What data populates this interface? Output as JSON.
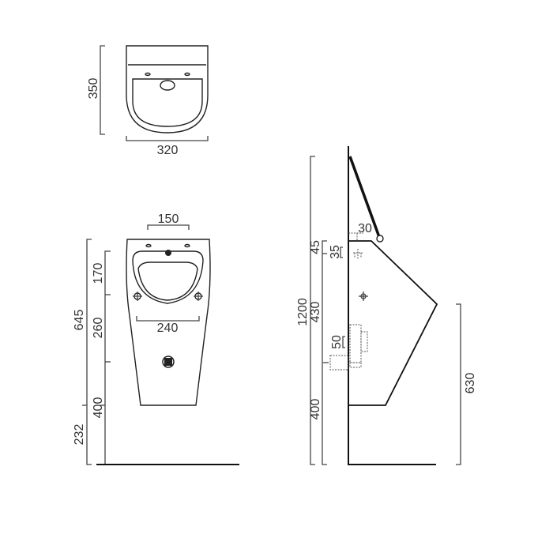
{
  "top_view": {
    "depth": "350",
    "width": "320"
  },
  "front_view": {
    "fixing_spacing": "150",
    "basin_width": "240",
    "total_height": "645",
    "dim_top": "170",
    "dim_middle": "260",
    "dim_lower": "400",
    "floor_gap": "232"
  },
  "side_view": {
    "overall_height": "1200",
    "dim_top": "45",
    "dim_inlet": "35",
    "dim_middle": "430",
    "dim_lower": "400",
    "inlet_offset": "30",
    "outlet": "50",
    "rim_height": "630"
  }
}
